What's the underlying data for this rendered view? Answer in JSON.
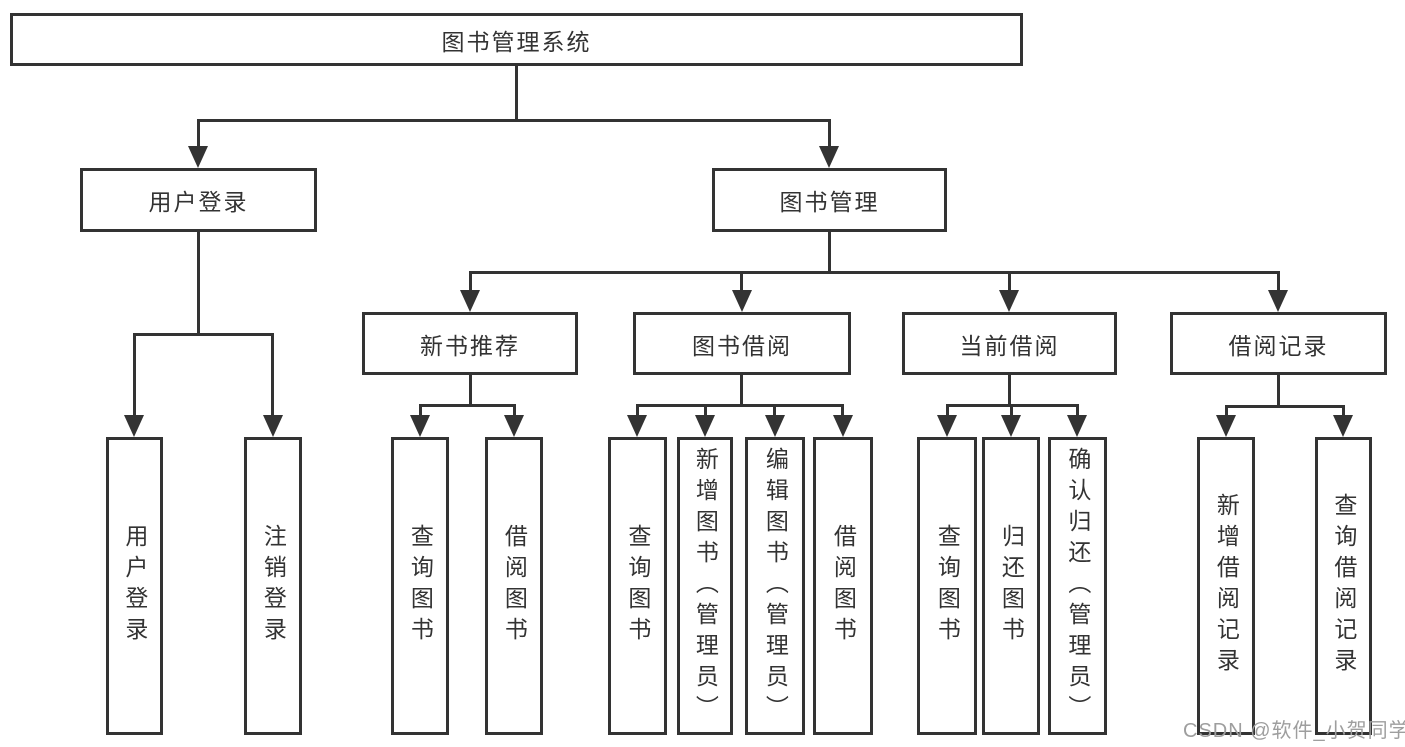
{
  "tree": {
    "label": "图书管理系统",
    "children": [
      {
        "label": "用户登录",
        "children": [
          {
            "label": "用户登录"
          },
          {
            "label": "注销登录"
          }
        ]
      },
      {
        "label": "图书管理",
        "children": [
          {
            "label": "新书推荐",
            "children": [
              {
                "label": "查询图书"
              },
              {
                "label": "借阅图书"
              }
            ]
          },
          {
            "label": "图书借阅",
            "children": [
              {
                "label": "查询图书"
              },
              {
                "label": "新增图书（管理员）"
              },
              {
                "label": "编辑图书（管理员）"
              },
              {
                "label": "借阅图书"
              }
            ]
          },
          {
            "label": "当前借阅",
            "children": [
              {
                "label": "查询图书"
              },
              {
                "label": "归还图书"
              },
              {
                "label": "确认归还（管理员）"
              }
            ]
          },
          {
            "label": "借阅记录",
            "children": [
              {
                "label": "新增借阅记录"
              },
              {
                "label": "查询借阅记录"
              }
            ]
          }
        ]
      }
    ]
  },
  "watermark": "CSDN @软件_小贺同学",
  "colors": {
    "line": "#333333",
    "text": "#333333",
    "box_background": "#ffffff",
    "page_background": "#ffffff",
    "watermark": "#9e9e9e"
  }
}
